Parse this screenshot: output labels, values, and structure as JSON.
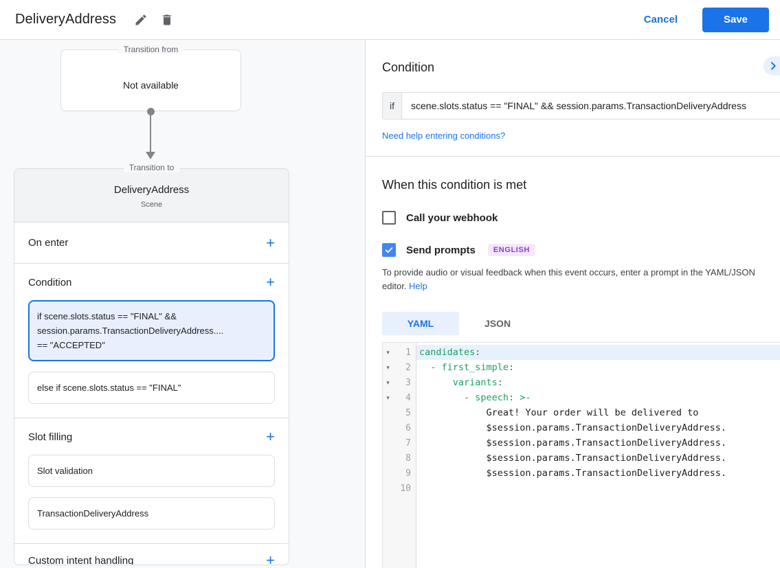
{
  "header": {
    "title": "DeliveryAddress",
    "cancel_label": "Cancel",
    "save_label": "Save"
  },
  "diagram": {
    "transition_from_label": "Transition from",
    "transition_from_value": "Not available",
    "transition_to_label": "Transition to",
    "scene_name": "DeliveryAddress",
    "scene_type": "Scene"
  },
  "scene_card": {
    "on_enter_label": "On enter",
    "condition_label": "Condition",
    "condition_lines": [
      "if scene.slots.status == \"FINAL\" &&",
      "session.params.TransactionDeliveryAddress....",
      "== \"ACCEPTED\""
    ],
    "condition_else": "else if scene.slots.status == \"FINAL\"",
    "slot_filling_label": "Slot filling",
    "slot_items": [
      "Slot validation",
      "TransactionDeliveryAddress"
    ],
    "custom_intent_label": "Custom intent handling"
  },
  "condition_panel": {
    "heading": "Condition",
    "if_label": "if",
    "expression": "scene.slots.status == \"FINAL\" && session.params.TransactionDeliveryAddress",
    "help_link": "Need help entering conditions?"
  },
  "when_met": {
    "heading": "When this condition is met",
    "webhook_label": "Call your webhook",
    "webhook_checked": false,
    "send_prompts_label": "Send prompts",
    "send_prompts_checked": true,
    "language_badge": "ENGLISH",
    "description_line1": "To provide audio or visual feedback when this event occurs, enter a prompt in the YAML/JSON",
    "description_line2": "editor.",
    "help_label": "Help"
  },
  "editor": {
    "tabs": [
      {
        "label": "YAML",
        "active": true
      },
      {
        "label": "JSON",
        "active": false
      }
    ],
    "lines": [
      {
        "num": "1",
        "fold": true,
        "highlight": true,
        "segments": [
          {
            "c": "k",
            "t": "candidates"
          },
          {
            "c": "p",
            "t": ":"
          }
        ]
      },
      {
        "num": "2",
        "fold": true,
        "segments": [
          {
            "c": "t",
            "t": "  "
          },
          {
            "c": "k",
            "t": "- first_simple"
          },
          {
            "c": "p",
            "t": ":"
          }
        ]
      },
      {
        "num": "3",
        "fold": true,
        "segments": [
          {
            "c": "t",
            "t": "      "
          },
          {
            "c": "k",
            "t": "variants"
          },
          {
            "c": "p",
            "t": ":"
          }
        ]
      },
      {
        "num": "4",
        "fold": true,
        "segments": [
          {
            "c": "t",
            "t": "        "
          },
          {
            "c": "k",
            "t": "- speech"
          },
          {
            "c": "p",
            "t": ":"
          },
          {
            "c": "k",
            "t": " >-"
          }
        ]
      },
      {
        "num": "5",
        "segments": [
          {
            "c": "t",
            "t": "            Great! Your order will be delivered to"
          }
        ]
      },
      {
        "num": "6",
        "segments": [
          {
            "c": "t",
            "t": "            $session.params.TransactionDeliveryAddress."
          }
        ]
      },
      {
        "num": "7",
        "segments": [
          {
            "c": "t",
            "t": "            $session.params.TransactionDeliveryAddress."
          }
        ]
      },
      {
        "num": "8",
        "segments": [
          {
            "c": "t",
            "t": "            $session.params.TransactionDeliveryAddress."
          }
        ]
      },
      {
        "num": "9",
        "segments": [
          {
            "c": "t",
            "t": "            $session.params.TransactionDeliveryAddress."
          }
        ]
      },
      {
        "num": "10",
        "segments": []
      }
    ]
  },
  "colors": {
    "accent_blue": "#1a73e8",
    "light_blue_bg": "#e8f0fe",
    "checkbox_blue": "#4285f4",
    "code_key_green": "#1aa260",
    "badge_bg": "#f3e8fd",
    "badge_text": "#9334e6",
    "panel_gray": "#f8f9fa",
    "border_gray": "#dadce0"
  }
}
